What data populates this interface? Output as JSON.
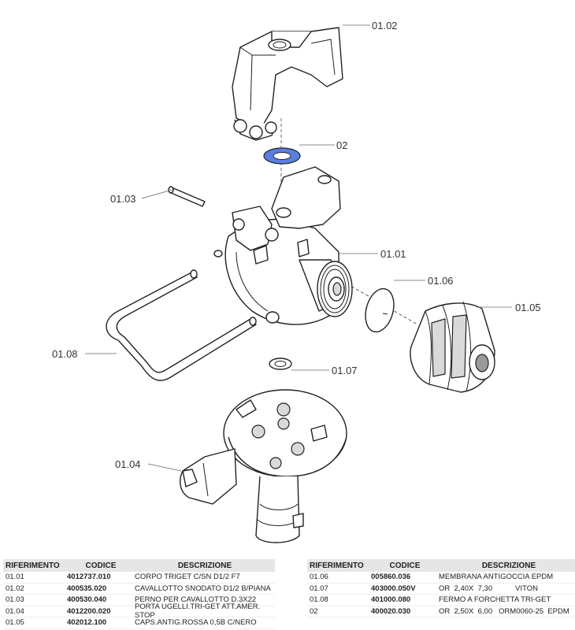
{
  "callouts": {
    "p0102": "01.02",
    "p02": "02",
    "p0103": "01.03",
    "p0101": "01.01",
    "p0106": "01.06",
    "p0105": "01.05",
    "p0108": "01.08",
    "p0107": "01.07",
    "p0104": "01.04"
  },
  "colors": {
    "highlight_gasket": "#5b7fe0"
  },
  "table": {
    "headers": {
      "riferimento": "RIFERIMENTO",
      "codice": "CODICE",
      "descrizione": "DESCRIZIONE"
    },
    "left_rows": [
      {
        "rif": "01.01",
        "codice": "4012737.010",
        "descrizione": "CORPO TRIGET C/SN D1/2 F7"
      },
      {
        "rif": "01.02",
        "codice": "400535.020",
        "descrizione": "CAVALLOTTO SNODATO D1/2 B/PIANA"
      },
      {
        "rif": "01.03",
        "codice": "400530.040",
        "descrizione": "PERNO PER CAVALLOTTO D.3X22"
      },
      {
        "rif": "01.04",
        "codice": "4012200.020",
        "descrizione": "PORTA UGELLI.TRI-GET ATT.AMER. STOP"
      },
      {
        "rif": "01.05",
        "codice": "402012.100",
        "descrizione": "CAPS.ANTIG.ROSSA 0,5B C/NERO"
      }
    ],
    "right_rows": [
      {
        "rif": "01.06",
        "codice": "005860.036",
        "descrizione": "MEMBRANA ANTIGOCCIA EPDM"
      },
      {
        "rif": "01.07",
        "codice": "403000.050V",
        "descrizione": "OR  2,40X  7,30           VITON"
      },
      {
        "rif": "01.08",
        "codice": "401000.080",
        "descrizione": "FERMO A FORCHETTA TRI-GET"
      },
      {
        "rif": "02",
        "codice": "400020.030",
        "descrizione": "OR  2,50X  6,00   ORM0060-25  EPDM"
      }
    ]
  }
}
